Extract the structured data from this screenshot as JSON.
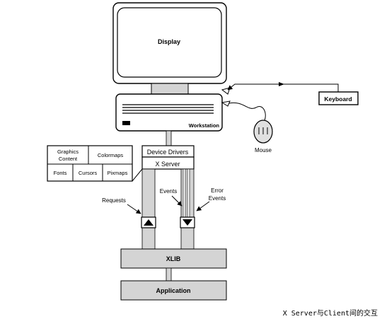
{
  "labels": {
    "display": "Display",
    "workstation": "Workstation",
    "keyboard": "Keyboard",
    "mouse": "Mouse",
    "device_drivers": "Device Drivers",
    "x_server": "X Server",
    "graphics_content_1": "Graphics",
    "graphics_content_2": "Content",
    "colormaps": "Colormaps",
    "fonts": "Fonts",
    "cursors": "Cursors",
    "pixmaps": "Pixmaps",
    "requests": "Requests",
    "events": "Events",
    "error_events_1": "Error",
    "error_events_2": "Events",
    "xlib": "XLIB",
    "application": "Application"
  },
  "caption": "X Server与Client间的交互"
}
